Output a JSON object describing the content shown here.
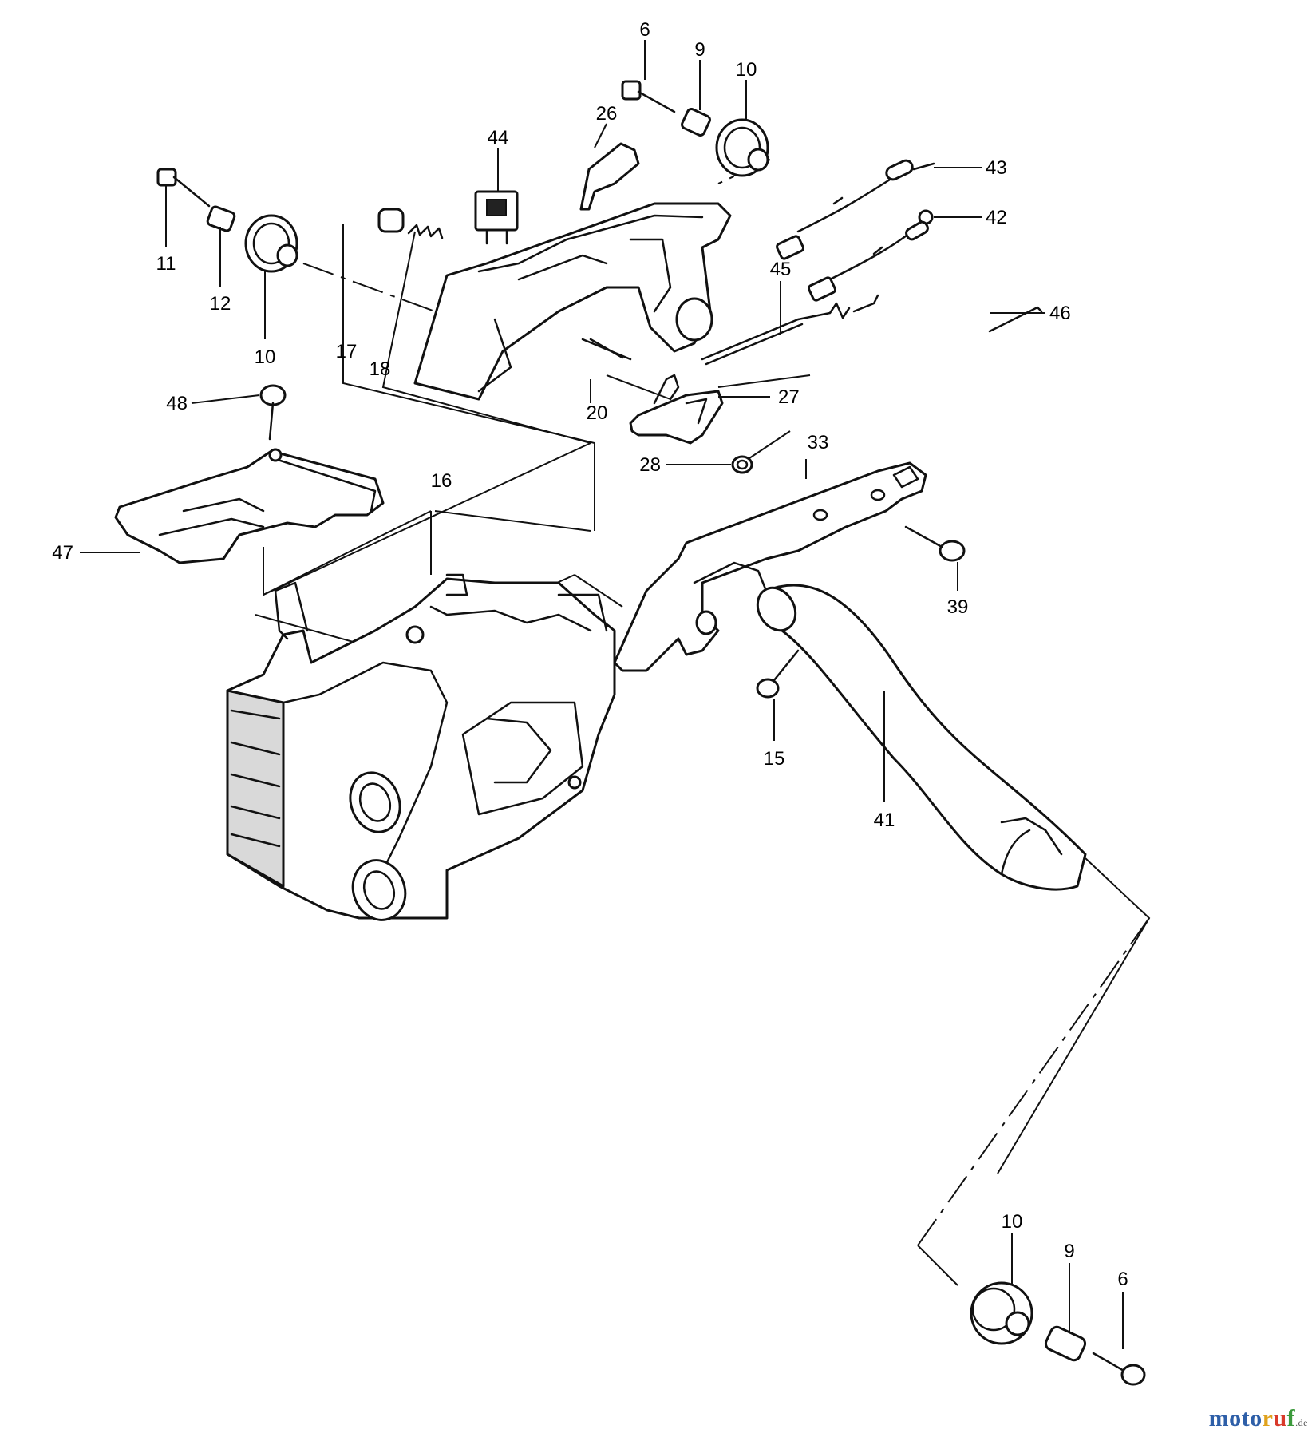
{
  "callouts": {
    "c6a": "6",
    "c9a": "9",
    "c10a": "10",
    "c26": "26",
    "c44": "44",
    "c43": "43",
    "c42": "42",
    "c11": "11",
    "c12": "12",
    "c10b": "10",
    "c17": "17",
    "c18": "18",
    "c45": "45",
    "c46": "46",
    "c48": "48",
    "c20": "20",
    "c27": "27",
    "c28": "28",
    "c16": "16",
    "c33": "33",
    "c47": "47",
    "c39": "39",
    "c15": "15",
    "c41": "41",
    "c10c": "10",
    "c9b": "9",
    "c6b": "6"
  },
  "watermark": {
    "letters": [
      {
        "ch": "m",
        "color": "#2e5fa8"
      },
      {
        "ch": "o",
        "color": "#2e5fa8"
      },
      {
        "ch": "t",
        "color": "#2e5fa8"
      },
      {
        "ch": "o",
        "color": "#2e5fa8"
      },
      {
        "ch": "r",
        "color": "#e0a21c"
      },
      {
        "ch": "u",
        "color": "#d93a2b"
      },
      {
        "ch": "f",
        "color": "#3b9a3b"
      }
    ],
    "suffix": ".de"
  }
}
